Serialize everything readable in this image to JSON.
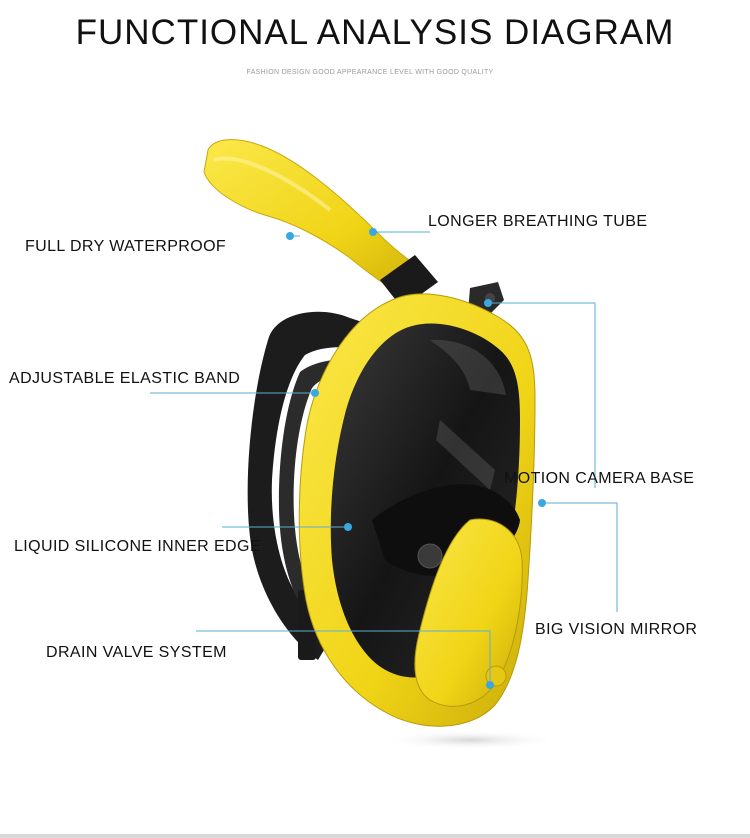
{
  "header": {
    "title": "FUNCTIONAL ANALYSIS DIAGRAM",
    "subtitle": "FASHION DESIGN GOOD APPEARANCE LEVEL WITH GOOD QUALITY"
  },
  "callouts": [
    {
      "id": "breathing-tube",
      "text": "LONGER BREATHING TUBE"
    },
    {
      "id": "dry-waterproof",
      "text": "FULL DRY WATERPROOF"
    },
    {
      "id": "elastic-band",
      "text": "ADJUSTABLE ELASTIC BAND"
    },
    {
      "id": "camera-base",
      "text": "MOTION CAMERA BASE"
    },
    {
      "id": "silicone-edge",
      "text": "LIQUID SILICONE INNER EDGE"
    },
    {
      "id": "vision-mirror",
      "text": "BIG VISION MIRROR"
    },
    {
      "id": "drain-valve",
      "text": "DRAIN VALVE SYSTEM"
    }
  ],
  "colors": {
    "mask_yellow": "#f2dc1a",
    "strap": "#1a1a1a",
    "leader_line": "#5aaed6",
    "leader_dot": "#3aa8e0"
  }
}
